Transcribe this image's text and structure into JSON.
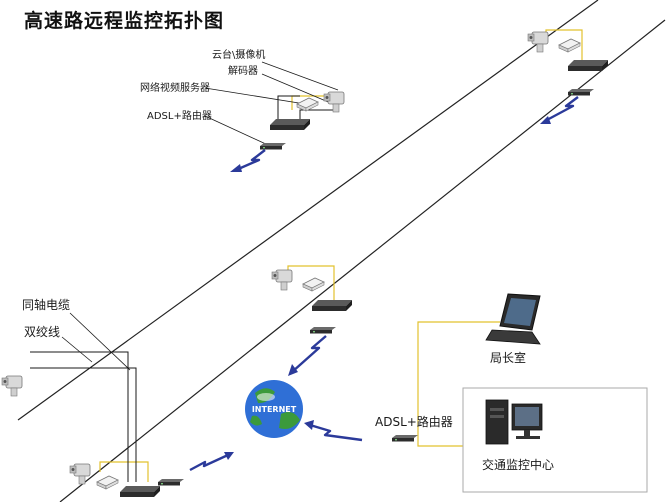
{
  "title": "高速路远程监控拓扑图",
  "labels": {
    "ptz_camera": "云台\\摄像机",
    "decoder": "解码器",
    "video_server": "网络视频服务器",
    "adsl_router_top": "ADSL+路由器",
    "coax_cable": "同轴电缆",
    "twisted_pair": "双绞线",
    "internet": "INTERNET",
    "adsl_router_center": "ADSL+路由器",
    "director_office": "局长室",
    "traffic_center": "交通监控中心"
  },
  "colors": {
    "road_line": "#222222",
    "cable_yellow": "#e2c22e",
    "signal_blue": "#2b3a9a",
    "device_dark": "#2c2c2c",
    "globe_blue": "#2f6fd6",
    "globe_green": "#3b9a3b"
  }
}
